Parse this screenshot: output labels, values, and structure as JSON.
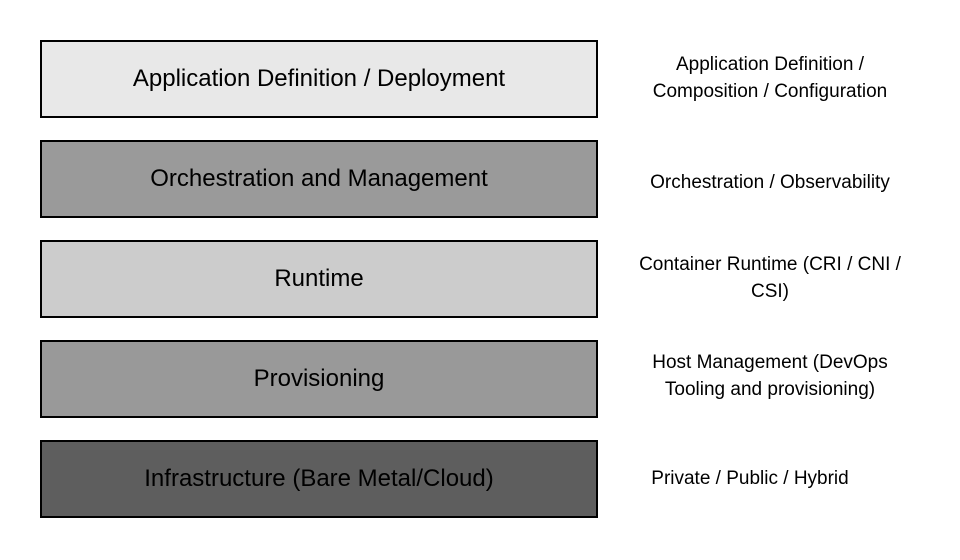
{
  "layers": [
    {
      "title": "Application Definition / Deployment",
      "note": "Application Definition / Composition / Configuration",
      "fill": "#e8e8e8",
      "text_color": "#000000"
    },
    {
      "title": "Orchestration and Management",
      "note": "Orchestration / Observability",
      "fill": "#9a9a9a",
      "text_color": "#000000"
    },
    {
      "title": "Runtime",
      "note": "Container Runtime (CRI / CNI / CSI)",
      "fill": "#cccccc",
      "text_color": "#000000"
    },
    {
      "title": "Provisioning",
      "note": "Host Management (DevOps Tooling and provisioning)",
      "fill": "#999999",
      "text_color": "#000000"
    },
    {
      "title": "Infrastructure (Bare Metal/Cloud)",
      "note": "Private / Public / Hybrid",
      "fill": "#5e5e5e",
      "text_color": "#000000"
    }
  ]
}
